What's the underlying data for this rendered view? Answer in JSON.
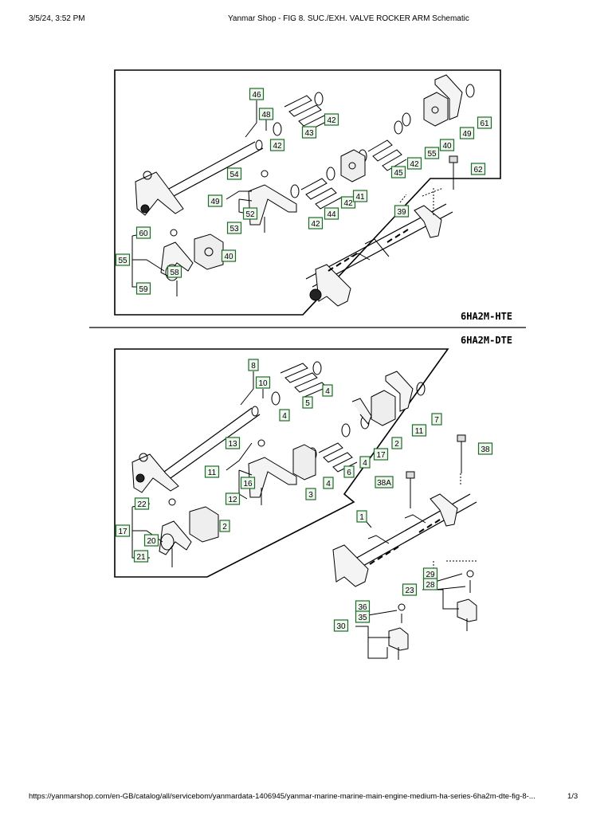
{
  "header": {
    "datetime": "3/5/24, 3:52 PM",
    "title": "Yanmar Shop - FIG 8. SUC./EXH. VALVE ROCKER ARM Schematic"
  },
  "footer": {
    "url": "https://yanmarshop.com/en-GB/catalog/all/servicebom/yanmardata-1406945/yanmar-marine-marine-main-engine-medium-ha-series-6ha2m-dte-fig-8-...",
    "page": "1/3"
  },
  "diagram": {
    "top_model": "6HA2M-HTE",
    "bottom_model": "6HA2M-DTE",
    "top_labels": [
      "46",
      "48",
      "42",
      "43",
      "42",
      "61",
      "49",
      "55",
      "40",
      "42",
      "45",
      "62",
      "54",
      "49",
      "52",
      "53",
      "44",
      "42",
      "42",
      "41",
      "39",
      "60",
      "55",
      "40",
      "58",
      "59"
    ],
    "bottom_labels": [
      "8",
      "10",
      "4",
      "5",
      "4",
      "7",
      "11",
      "2",
      "13",
      "11",
      "16",
      "12",
      "3",
      "4",
      "6",
      "4",
      "17",
      "38",
      "38A",
      "22",
      "17",
      "2",
      "20",
      "21",
      "1",
      "29",
      "28",
      "23",
      "36",
      "35",
      "30"
    ]
  }
}
